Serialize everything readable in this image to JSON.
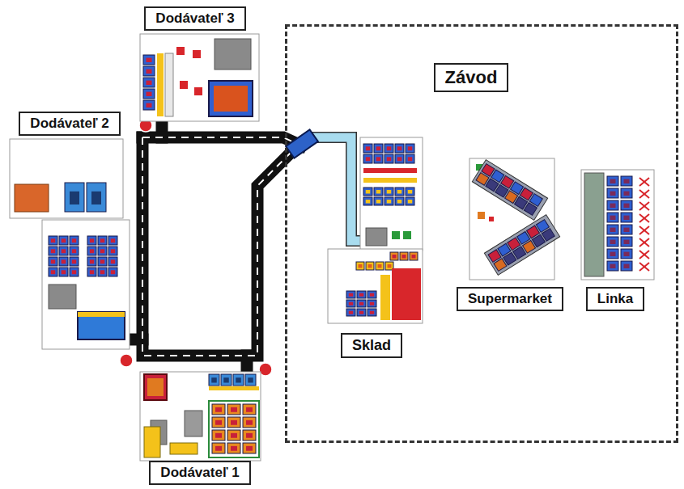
{
  "diagram": {
    "nodes": [
      {
        "text": [
          "Dodávateľ 3"
        ]
      },
      {
        "text": [
          "Závod"
        ]
      },
      {
        "text": [
          "Dodávateľ 2"
        ]
      },
      {
        "text": [
          "Supermarket"
        ],
        "in": 1
      },
      {
        "text": [
          "Linka"
        ],
        "in": 1
      },
      {
        "text": [
          "Sklad"
        ],
        "in": 1
      },
      {
        "text": [
          "Dodávateľ 1"
        ]
      }
    ]
  }
}
